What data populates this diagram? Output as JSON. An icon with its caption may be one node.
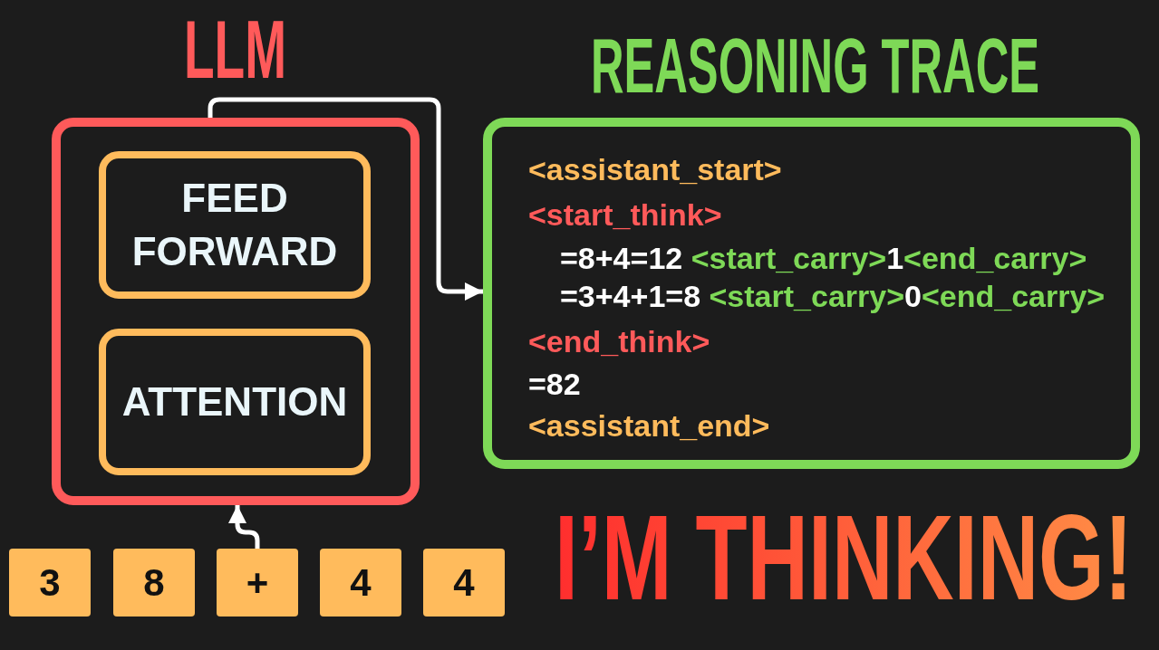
{
  "diagram": {
    "nodes": [
      {
        "text": [
          "LLM"
        ]
      },
      {
        "text": [
          "FEED FORWARD"
        ],
        "in": 0
      },
      {
        "text": [
          "ATTENTION"
        ],
        "in": 0
      },
      {
        "text": [
          "REASONING TRACE",
          "<assistant_start>",
          "<start_think>",
          "=8+4=12 <start_carry>1<end_carry>",
          "=3+4+1=8 <start_carry>0<end_carry>",
          "<end_think>",
          "=82",
          "<assistant_end>"
        ]
      },
      {
        "text": [
          "3"
        ]
      },
      {
        "text": [
          "8"
        ]
      },
      {
        "text": [
          "+"
        ]
      },
      {
        "text": [
          "4"
        ]
      },
      {
        "text": [
          "4"
        ]
      }
    ],
    "edges": [
      {
        "from": 0,
        "to": 3,
        "arrow": "to"
      },
      {
        "from": 6,
        "to": 0,
        "arrow": "to"
      }
    ],
    "labels": [
      "I’M THINKING!"
    ]
  }
}
